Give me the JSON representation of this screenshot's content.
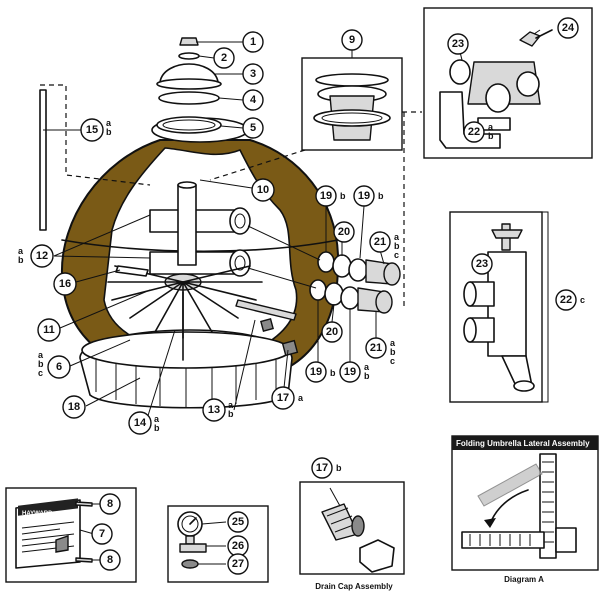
{
  "callouts": {
    "c1": "1",
    "c2": "2",
    "c3": "3",
    "c4": "4",
    "c5": "5",
    "c6": "6",
    "c7": "7",
    "c8a": "8",
    "c8b": "8",
    "c9": "9",
    "c10": "10",
    "c11": "11",
    "c12": "12",
    "c13": "13",
    "c14": "14",
    "c15": "15",
    "c16": "16",
    "c17": "17",
    "c17b": "17",
    "c18": "18",
    "c19a": "19",
    "c19b": "19",
    "c19c": "19",
    "c19d": "19",
    "c20a": "20",
    "c20b": "20",
    "c21a": "21",
    "c21b": "21",
    "c22a": "22",
    "c22b": "22",
    "c23a": "23",
    "c23b": "23",
    "c24": "24",
    "c25": "25",
    "c26": "26",
    "c27": "27"
  },
  "variants": {
    "v15": "a\nb",
    "v12": "a\nb",
    "v6": "a\nb\nc",
    "v13": "a\nb",
    "v14": "a\nb",
    "v17": "a",
    "v17b": "b",
    "v19a": "b",
    "v19b": "b",
    "v19c": "b",
    "v19d": "a\nb",
    "v21a": "a\nb\nc",
    "v21b": "a\nb\nc",
    "v22a": "a\nb",
    "v22b": "c"
  },
  "captions": {
    "drain_cap": "Drain Cap Assembly",
    "diagram_a": "Diagram A",
    "lateral_header": "Folding Umbrella Lateral Assembly",
    "label_brand": "HAYWARD"
  },
  "colors": {
    "tank": "#7a5a16",
    "header_bar": "#1a1a1a",
    "line": "#111111"
  }
}
